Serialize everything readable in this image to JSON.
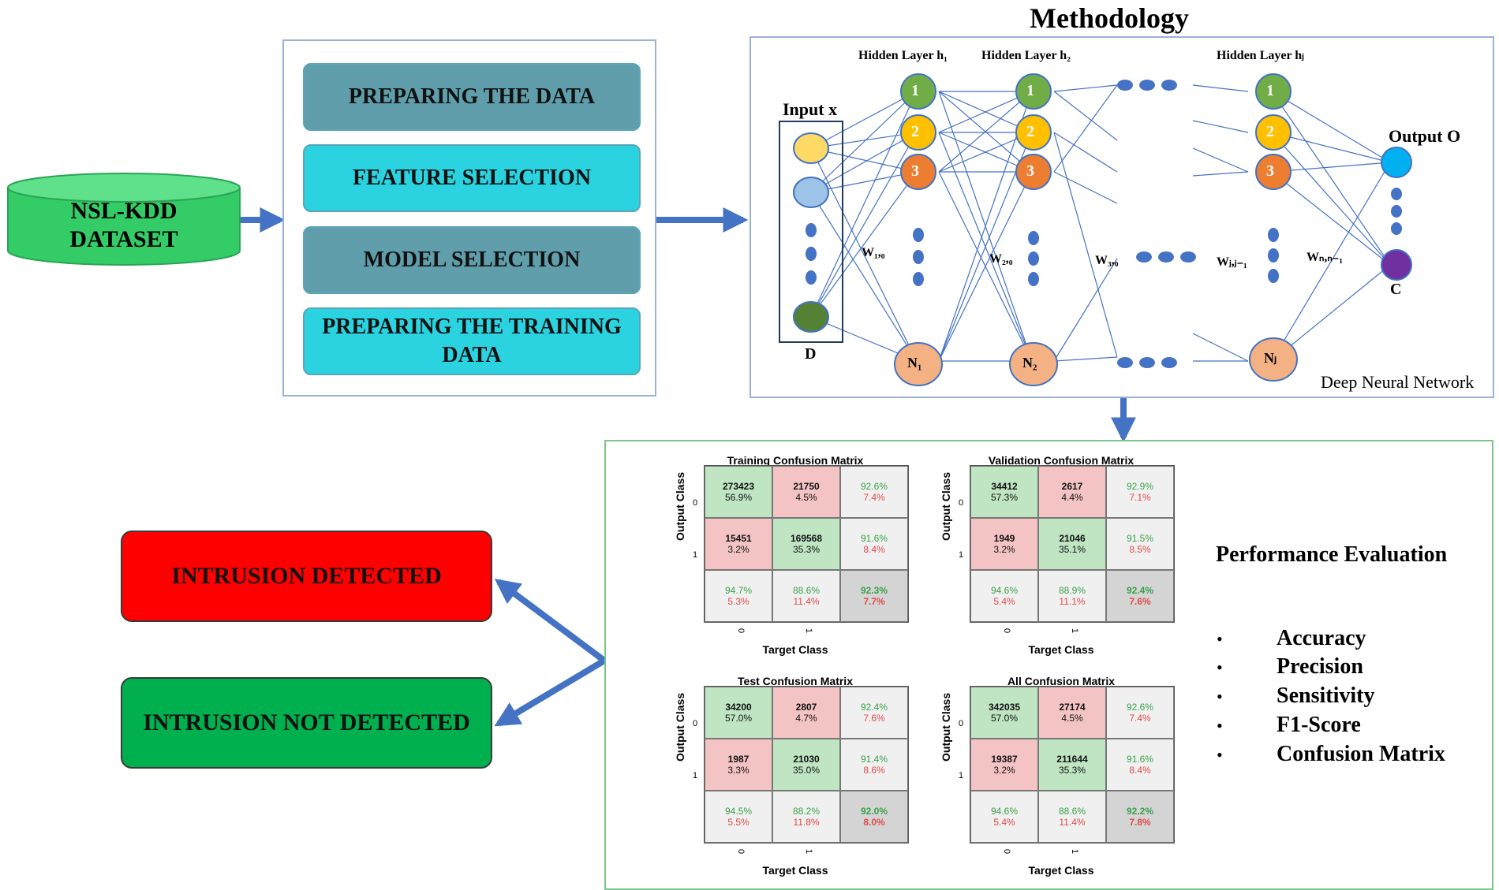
{
  "title": "Methodology",
  "dataset": {
    "line1": "NSL-KDD",
    "line2": "DATASET"
  },
  "steps": [
    "PREPARING THE DATA",
    "FEATURE SELECTION",
    "MODEL SELECTION",
    "PREPARING THE TRAINING DATA"
  ],
  "network": {
    "input_label": "Input x",
    "input_bottom": "D",
    "hidden_labels": [
      "Hidden Layer h₁",
      "Hidden Layer h₂",
      "Hidden Layer hⱼ"
    ],
    "node_labels": [
      "1",
      "2",
      "3"
    ],
    "last_nodes": [
      "N₁",
      "N₂",
      "Nⱼ"
    ],
    "weights": [
      "W₁,₀",
      "W₂,₀",
      "W₃,₀",
      "Wⱼ,ⱼ₋₁",
      "Wₙ,ₙ₋₁"
    ],
    "output_label": "Output O",
    "output_bottom": "C",
    "caption": "Deep Neural Network"
  },
  "outcomes": {
    "detected": "INTRUSION DETECTED",
    "not_detected": "INTRUSION NOT DETECTED"
  },
  "evaluation": {
    "heading": "Performance Evaluation",
    "bullet": "•",
    "items": [
      "Accuracy",
      "Precision",
      "Sensitivity",
      "F1-Score",
      "Confusion Matrix"
    ]
  },
  "matrices": [
    {
      "title": "Training Confusion Matrix",
      "xlabel": "Target Class",
      "ylabel": "Output Class",
      "ticks": [
        "0",
        "1"
      ],
      "cells": [
        {
          "n": "273423",
          "p": "56.9%"
        },
        {
          "n": "21750",
          "p": "4.5%"
        },
        {
          "a": "92.6%",
          "b": "7.4%"
        },
        {
          "n": "15451",
          "p": "3.2%"
        },
        {
          "n": "169568",
          "p": "35.3%"
        },
        {
          "a": "91.6%",
          "b": "8.4%"
        },
        {
          "a": "94.7%",
          "b": "5.3%"
        },
        {
          "a": "88.6%",
          "b": "11.4%"
        },
        {
          "a": "92.3%",
          "b": "7.7%"
        }
      ]
    },
    {
      "title": "Validation Confusion Matrix",
      "xlabel": "Target Class",
      "ylabel": "Output Class",
      "ticks": [
        "0",
        "1"
      ],
      "cells": [
        {
          "n": "34412",
          "p": "57.3%"
        },
        {
          "n": "2617",
          "p": "4.4%"
        },
        {
          "a": "92.9%",
          "b": "7.1%"
        },
        {
          "n": "1949",
          "p": "3.2%"
        },
        {
          "n": "21046",
          "p": "35.1%"
        },
        {
          "a": "91.5%",
          "b": "8.5%"
        },
        {
          "a": "94.6%",
          "b": "5.4%"
        },
        {
          "a": "88.9%",
          "b": "11.1%"
        },
        {
          "a": "92.4%",
          "b": "7.6%"
        }
      ]
    },
    {
      "title": "Test Confusion Matrix",
      "xlabel": "Target Class",
      "ylabel": "Output Class",
      "ticks": [
        "0",
        "1"
      ],
      "cells": [
        {
          "n": "34200",
          "p": "57.0%"
        },
        {
          "n": "2807",
          "p": "4.7%"
        },
        {
          "a": "92.4%",
          "b": "7.6%"
        },
        {
          "n": "1987",
          "p": "3.3%"
        },
        {
          "n": "21030",
          "p": "35.0%"
        },
        {
          "a": "91.4%",
          "b": "8.6%"
        },
        {
          "a": "94.5%",
          "b": "5.5%"
        },
        {
          "a": "88.2%",
          "b": "11.8%"
        },
        {
          "a": "92.0%",
          "b": "8.0%"
        }
      ]
    },
    {
      "title": "All Confusion Matrix",
      "xlabel": "Target Class",
      "ylabel": "Output Class",
      "ticks": [
        "0",
        "1"
      ],
      "cells": [
        {
          "n": "342035",
          "p": "57.0%"
        },
        {
          "n": "27174",
          "p": "4.5%"
        },
        {
          "a": "92.6%",
          "b": "7.4%"
        },
        {
          "n": "19387",
          "p": "3.2%"
        },
        {
          "n": "211644",
          "p": "35.3%"
        },
        {
          "a": "91.6%",
          "b": "8.4%"
        },
        {
          "a": "94.6%",
          "b": "5.4%"
        },
        {
          "a": "88.6%",
          "b": "11.4%"
        },
        {
          "a": "92.2%",
          "b": "7.8%"
        }
      ]
    }
  ],
  "colors": {
    "flow_arrow": "#4472c4",
    "detected": "#ff0000",
    "not_detected": "#00b04f",
    "dataset": "#33cc66"
  }
}
